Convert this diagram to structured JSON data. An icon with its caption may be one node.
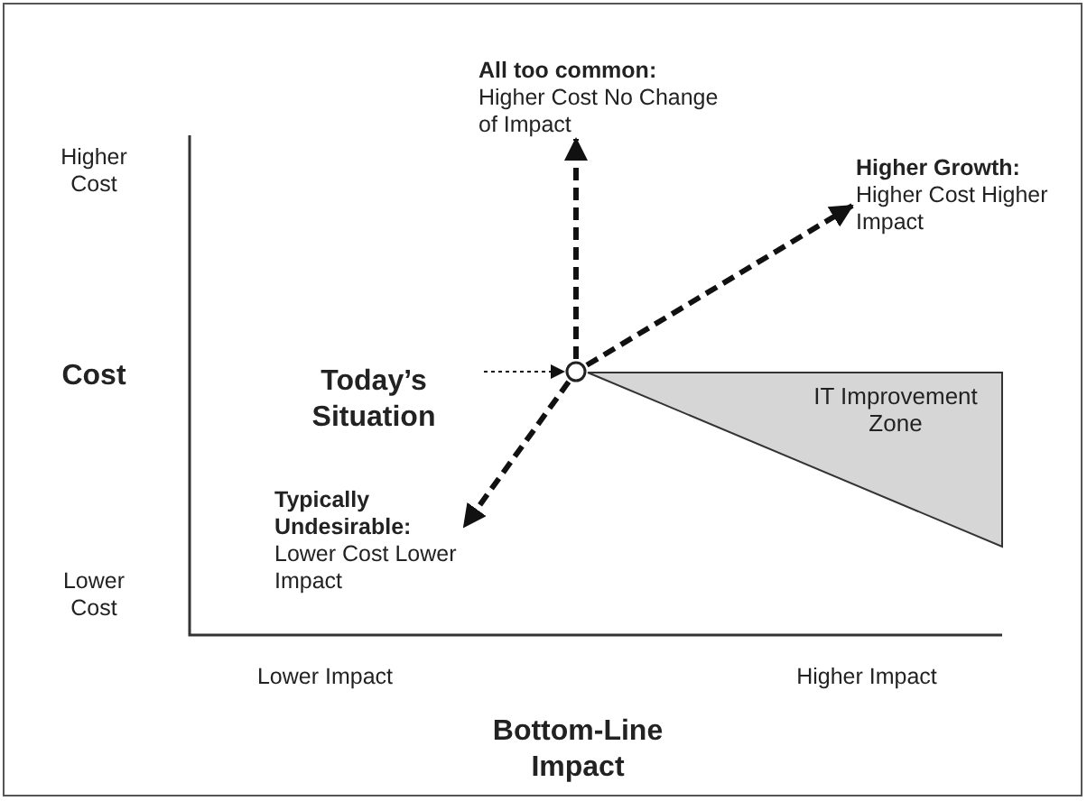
{
  "diagram": {
    "nodes": [
      {
        "text": [
          "Today’s Situation"
        ]
      },
      {
        "text": [],
        "shape": "circle"
      },
      {
        "text": [
          "All too common:",
          "Higher Cost No Change of Impact"
        ]
      },
      {
        "text": [
          "Higher Growth:",
          "Higher Cost Higher Impact"
        ]
      },
      {
        "text": [
          "Typically Undesirable:",
          "Lower Cost Lower Impact"
        ]
      },
      {
        "text": [
          "IT Improvement Zone"
        ]
      }
    ],
    "edges": [
      {
        "from": 0,
        "to": 1,
        "arrow": "to",
        "style": "dashed"
      },
      {
        "from": 1,
        "to": 2,
        "arrow": "to",
        "style": "dashed"
      },
      {
        "from": 1,
        "to": 3,
        "arrow": "to",
        "style": "dashed"
      },
      {
        "from": 1,
        "to": 4,
        "arrow": "to",
        "style": "dashed"
      }
    ],
    "labels": [
      "Higher Cost",
      "Cost",
      "Lower Cost",
      "Lower Impact",
      "Bottom-Line Impact",
      "Higher Impact"
    ]
  }
}
